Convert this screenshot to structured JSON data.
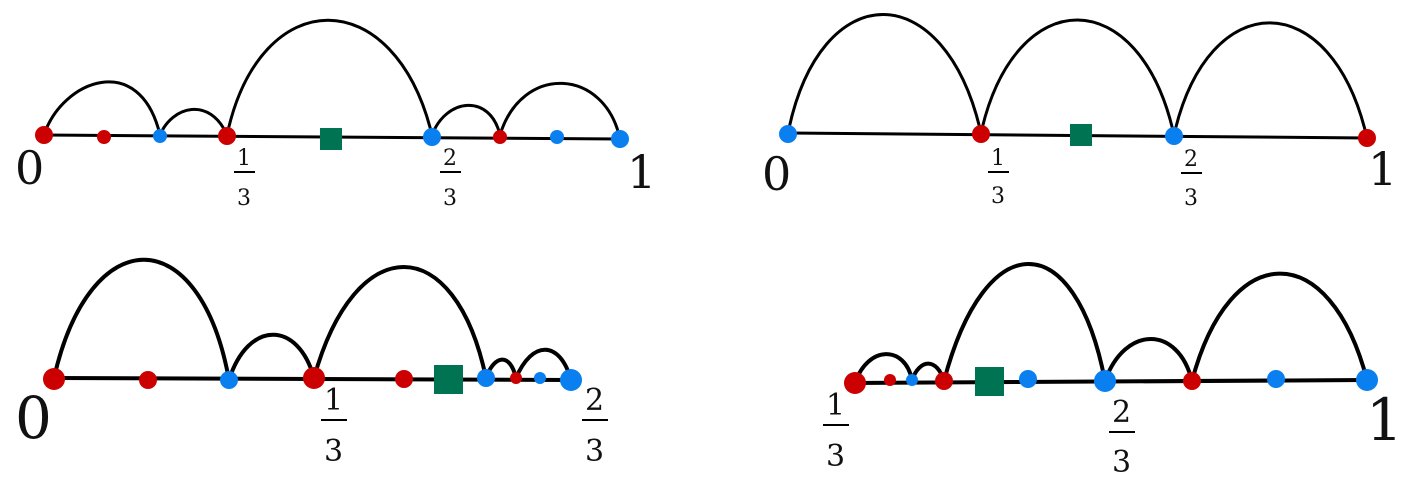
{
  "colors": {
    "red": "#cc0000",
    "blue": "#0a7ff0",
    "green": "#007352",
    "line": "#000000"
  },
  "panels": [
    {
      "id": "top-left",
      "labels": [
        {
          "kind": "big",
          "text": "0"
        },
        {
          "kind": "frac",
          "num": "1",
          "den": "3"
        },
        {
          "kind": "frac",
          "num": "2",
          "den": "3"
        },
        {
          "kind": "big",
          "text": "1"
        }
      ],
      "points": [
        {
          "color": "red",
          "size": "large"
        },
        {
          "color": "red",
          "size": "small"
        },
        {
          "color": "blue",
          "size": "small"
        },
        {
          "color": "red",
          "size": "large"
        },
        {
          "color": "green",
          "shape": "square"
        },
        {
          "color": "blue",
          "size": "large"
        },
        {
          "color": "red",
          "size": "small"
        },
        {
          "color": "blue",
          "size": "small"
        },
        {
          "color": "blue",
          "size": "large"
        }
      ]
    },
    {
      "id": "top-right",
      "labels": [
        {
          "kind": "big",
          "text": "0"
        },
        {
          "kind": "frac",
          "num": "1",
          "den": "3"
        },
        {
          "kind": "frac",
          "num": "2",
          "den": "3"
        },
        {
          "kind": "big",
          "text": "1"
        }
      ],
      "points": [
        {
          "color": "blue",
          "size": "large"
        },
        {
          "color": "red",
          "size": "large"
        },
        {
          "color": "green",
          "shape": "square"
        },
        {
          "color": "blue",
          "size": "large"
        },
        {
          "color": "red",
          "size": "large"
        }
      ]
    },
    {
      "id": "bottom-left",
      "labels": [
        {
          "kind": "big",
          "text": "0"
        },
        {
          "kind": "frac",
          "num": "1",
          "den": "3"
        },
        {
          "kind": "frac",
          "num": "2",
          "den": "3"
        }
      ],
      "points": [
        {
          "color": "red",
          "size": "large"
        },
        {
          "color": "red",
          "size": "medium"
        },
        {
          "color": "blue",
          "size": "medium"
        },
        {
          "color": "red",
          "size": "large"
        },
        {
          "color": "red",
          "size": "medium"
        },
        {
          "color": "green",
          "shape": "square"
        },
        {
          "color": "blue",
          "size": "medium"
        },
        {
          "color": "red",
          "size": "small"
        },
        {
          "color": "blue",
          "size": "small"
        },
        {
          "color": "blue",
          "size": "large"
        }
      ]
    },
    {
      "id": "bottom-right",
      "labels": [
        {
          "kind": "frac",
          "num": "1",
          "den": "3"
        },
        {
          "kind": "frac",
          "num": "2",
          "den": "3"
        },
        {
          "kind": "big",
          "text": "1"
        }
      ],
      "points": [
        {
          "color": "red",
          "size": "large"
        },
        {
          "color": "red",
          "size": "small"
        },
        {
          "color": "blue",
          "size": "small"
        },
        {
          "color": "red",
          "size": "medium"
        },
        {
          "color": "green",
          "shape": "square"
        },
        {
          "color": "blue",
          "size": "medium"
        },
        {
          "color": "blue",
          "size": "large"
        },
        {
          "color": "red",
          "size": "medium"
        },
        {
          "color": "blue",
          "size": "medium"
        },
        {
          "color": "blue",
          "size": "large"
        }
      ]
    }
  ]
}
